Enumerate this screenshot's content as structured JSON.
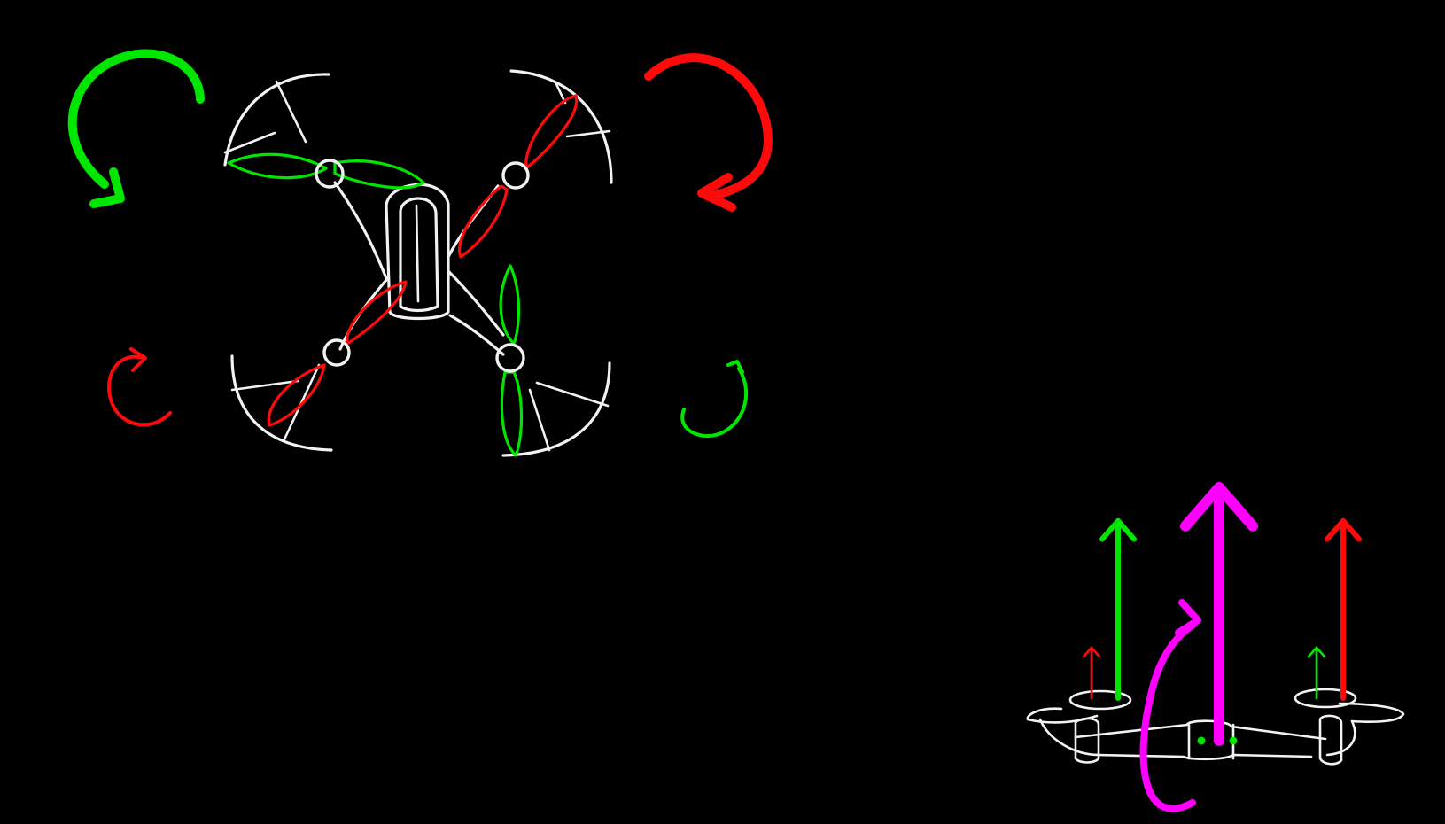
{
  "colors": {
    "background": "#000000",
    "frame": "#f2f2f2",
    "clockwise": "#00e600",
    "counter_clockwise": "#ff0a0a",
    "total_thrust": "#ff00ff"
  },
  "top_view": {
    "rotors": [
      {
        "position": "front-left",
        "propeller_color": "#00e600"
      },
      {
        "position": "front-right",
        "propeller_color": "#ff0a0a"
      },
      {
        "position": "rear-left",
        "propeller_color": "#ff0a0a"
      },
      {
        "position": "rear-right",
        "propeller_color": "#00e600"
      }
    ],
    "rotation_arrows": [
      {
        "position": "front-left",
        "color": "#00e600",
        "size": "large"
      },
      {
        "position": "front-right",
        "color": "#ff0a0a",
        "size": "large"
      },
      {
        "position": "rear-left",
        "color": "#ff0a0a",
        "size": "small"
      },
      {
        "position": "rear-right",
        "color": "#00e600",
        "size": "small"
      }
    ]
  },
  "side_view": {
    "thrust_arrows": [
      {
        "position": "left-rotor-small",
        "color": "#ff0a0a",
        "relative_magnitude": 0.2
      },
      {
        "position": "left-rotor-large",
        "color": "#00e600",
        "relative_magnitude": 0.7
      },
      {
        "position": "right-rotor-small",
        "color": "#00e600",
        "relative_magnitude": 0.2
      },
      {
        "position": "right-rotor-large",
        "color": "#ff0a0a",
        "relative_magnitude": 0.7
      },
      {
        "position": "center-total",
        "color": "#ff00ff",
        "relative_magnitude": 1.0
      }
    ],
    "yaw_arrow": {
      "color": "#ff00ff"
    }
  }
}
